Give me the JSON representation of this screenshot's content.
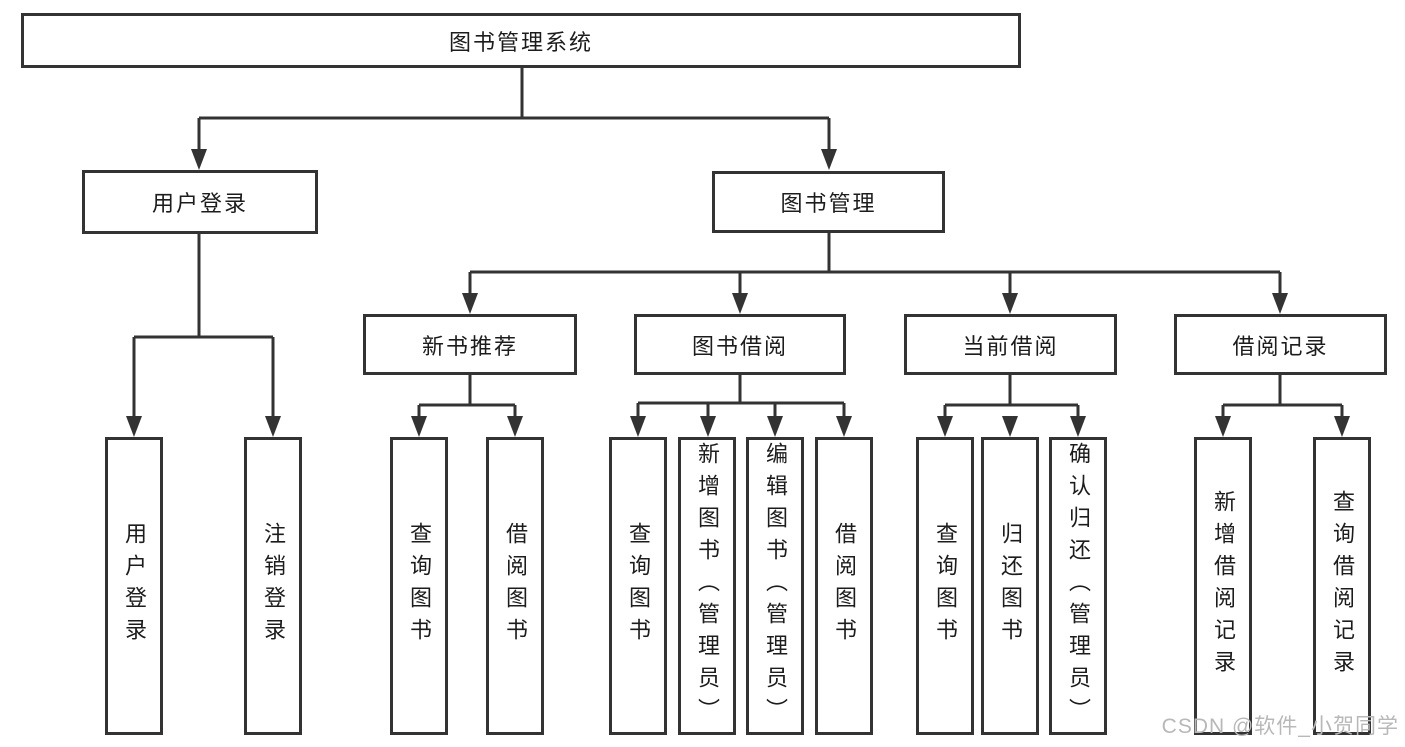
{
  "nodes": {
    "root": "图书管理系统",
    "user_login": "用户登录",
    "book_mgmt": "图书管理",
    "new_book_rec": "新书推荐",
    "book_borrow": "图书借阅",
    "current_borrow": "当前借阅",
    "borrow_records": "借阅记录",
    "leaves": {
      "user_login": [
        "用户登录",
        "注销登录"
      ],
      "new_book_rec": [
        "查询图书",
        "借阅图书"
      ],
      "book_borrow": [
        "查询图书",
        "新增图书（管理员）",
        "编辑图书（管理员）",
        "借阅图书"
      ],
      "current_borrow": [
        "查询图书",
        "归还图书",
        "确认归还（管理员）"
      ],
      "borrow_records": [
        "新增借阅记录",
        "查询借阅记录"
      ]
    }
  },
  "watermark": "CSDN @软件_小贺同学",
  "colors": {
    "line": "#333333",
    "text": "#1c1c1c",
    "background": "#ffffff",
    "watermark": "#b8b8b8"
  }
}
